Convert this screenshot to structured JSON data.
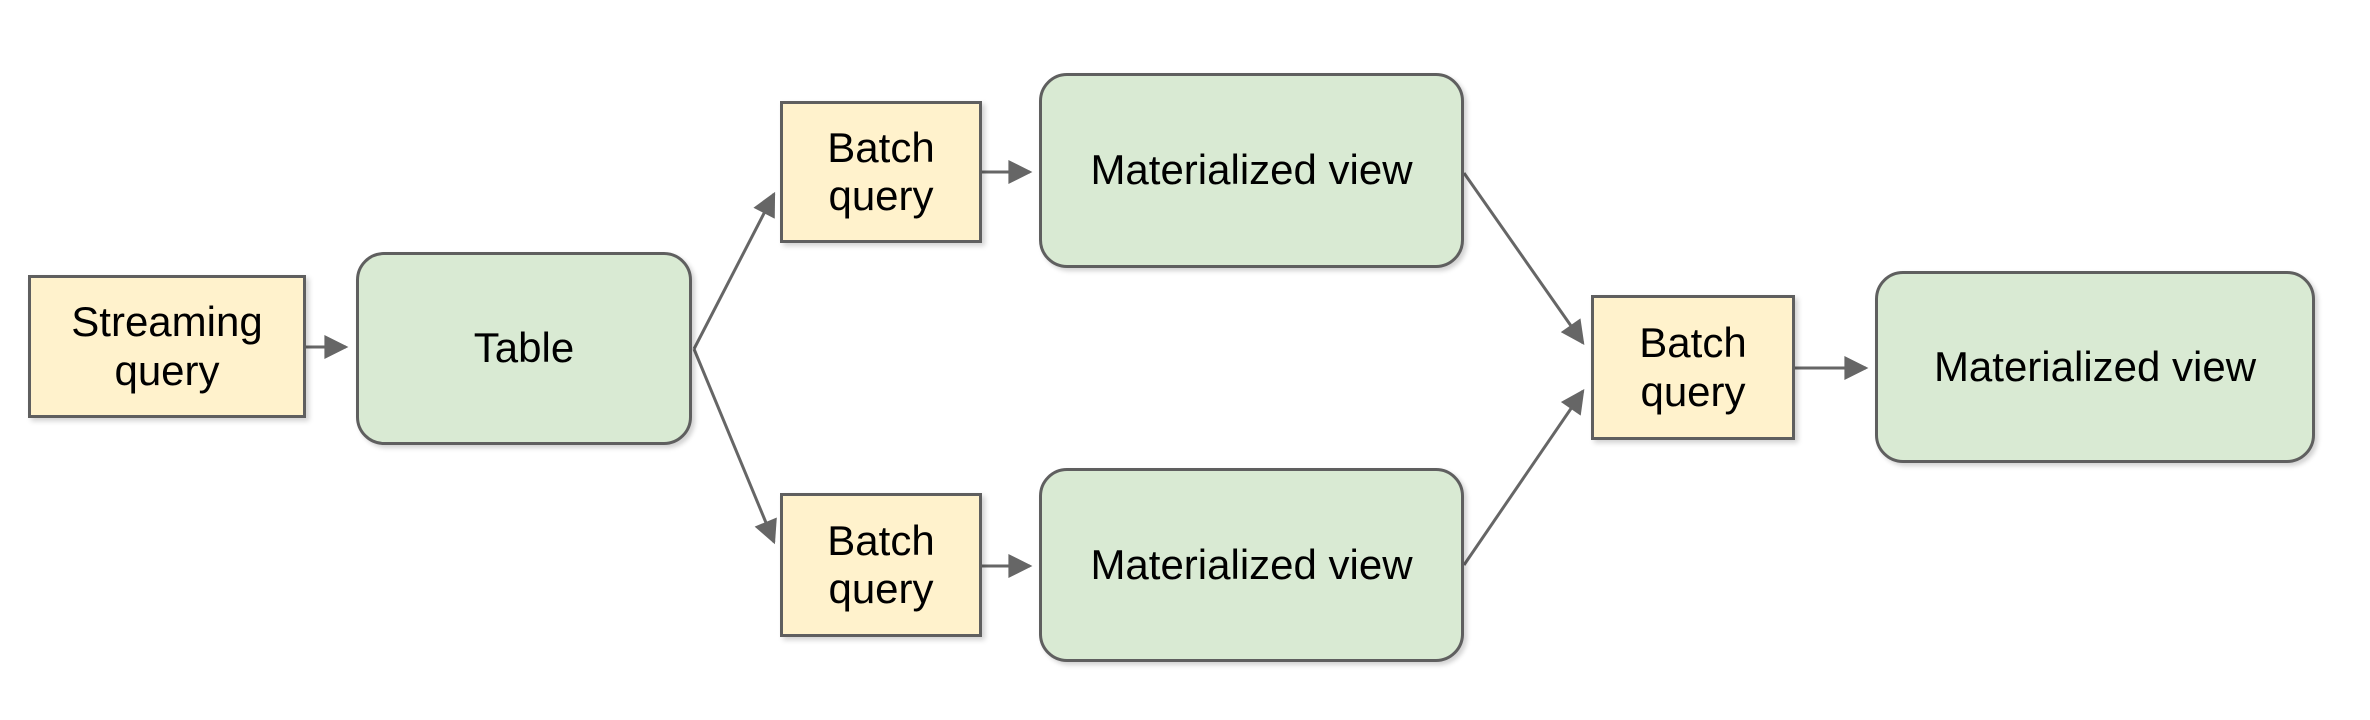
{
  "diagram": {
    "title": "streaming-to-materialized-view-pipeline",
    "background": "#ffffff",
    "colors": {
      "canvas_bg": "#ffffff",
      "query_fill": "#fff2cc",
      "query_border": "#5f5f5f",
      "entity_fill": "#d9ead3",
      "entity_border": "#5f5f5f",
      "arrow": "#666666",
      "text": "#000000"
    },
    "nodes": [
      {
        "id": "streaming-query",
        "label": "Streaming query",
        "shape": "rectangle",
        "fill": "#fff2cc"
      },
      {
        "id": "table",
        "label": "Table",
        "shape": "rounded-rectangle",
        "fill": "#d9ead3"
      },
      {
        "id": "batch-query-top",
        "label": "Batch query",
        "shape": "rectangle",
        "fill": "#fff2cc"
      },
      {
        "id": "materialized-view-top",
        "label": "Materialized view",
        "shape": "rounded-rectangle",
        "fill": "#d9ead3"
      },
      {
        "id": "batch-query-bottom",
        "label": "Batch query",
        "shape": "rectangle",
        "fill": "#fff2cc"
      },
      {
        "id": "materialized-view-bottom",
        "label": "Materialized view",
        "shape": "rounded-rectangle",
        "fill": "#d9ead3"
      },
      {
        "id": "batch-query-final",
        "label": "Batch query",
        "shape": "rectangle",
        "fill": "#fff2cc"
      },
      {
        "id": "materialized-view-final",
        "label": "Materialized view",
        "shape": "rounded-rectangle",
        "fill": "#d9ead3"
      }
    ],
    "edges": [
      {
        "from": "streaming-query",
        "to": "table"
      },
      {
        "from": "table",
        "to": "batch-query-top"
      },
      {
        "from": "table",
        "to": "batch-query-bottom"
      },
      {
        "from": "batch-query-top",
        "to": "materialized-view-top"
      },
      {
        "from": "batch-query-bottom",
        "to": "materialized-view-bottom"
      },
      {
        "from": "materialized-view-top",
        "to": "batch-query-final"
      },
      {
        "from": "materialized-view-bottom",
        "to": "batch-query-final"
      },
      {
        "from": "batch-query-final",
        "to": "materialized-view-final"
      }
    ]
  }
}
